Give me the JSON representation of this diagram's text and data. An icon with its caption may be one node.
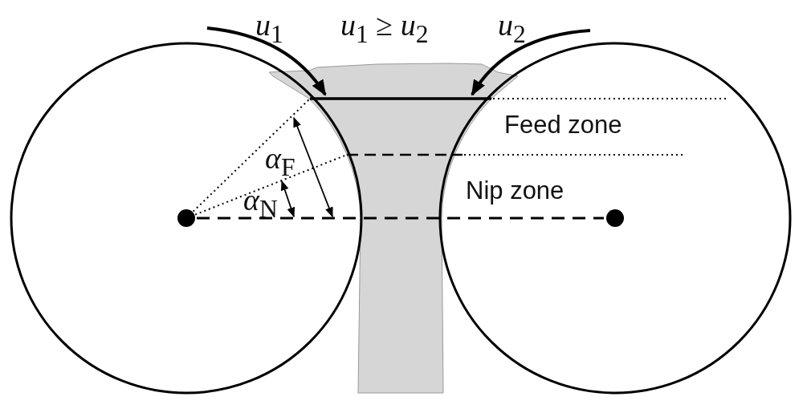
{
  "diagram": {
    "labels": [
      "*u*$_{1}$",
      "*u*$_{1}$ ≥ *u*$_{2}$",
      "*u*$_{2}$",
      "Feed zone",
      "Nip zone",
      "*α*$_{F}$",
      "*α*$_{N}$"
    ]
  }
}
